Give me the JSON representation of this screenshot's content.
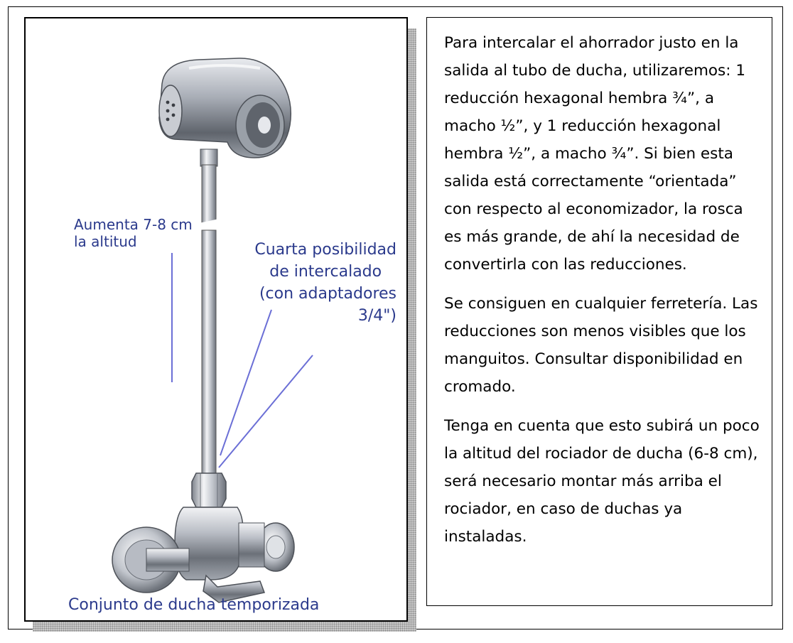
{
  "figure": {
    "label_aumenta_line1": "Aumenta 7-8 cm",
    "label_aumenta_line2": "la altitud",
    "label_cuarta_line1": "Cuarta posibilidad",
    "label_cuarta_line2": "de intercalado",
    "label_cuarta_line3": "(con adaptadores",
    "label_cuarta_line4": "3/4\")",
    "caption": "Conjunto de ducha temporizada",
    "image_icon": "shower-assembly-illustration"
  },
  "text": {
    "paragraph1": "Para intercalar el ahorrador justo en la salida al tubo de ducha, utilizaremos: 1 reducción hexagonal hembra ¾”, a macho ½”, y 1 reducción hexagonal hembra ½”, a macho ¾”. Si bien esta salida está correctamente “orientada” con respecto al economizador, la rosca es más grande, de ahí la necesidad de convertirla con las reducciones.",
    "paragraph2": "Se consiguen en cualquier ferretería. Las reducciones son menos visibles que los manguitos. Consultar disponibilidad en cromado.",
    "paragraph3": "Tenga en cuenta que esto subirá un poco la altitud del rociador de ducha (6-8 cm), será necesario montar más arriba el rociador, en caso de duchas ya instaladas."
  },
  "colors": {
    "label_text": "#2b3a8c",
    "annotation_line": "#6b6fd6",
    "chrome": "#b8bcc4"
  }
}
